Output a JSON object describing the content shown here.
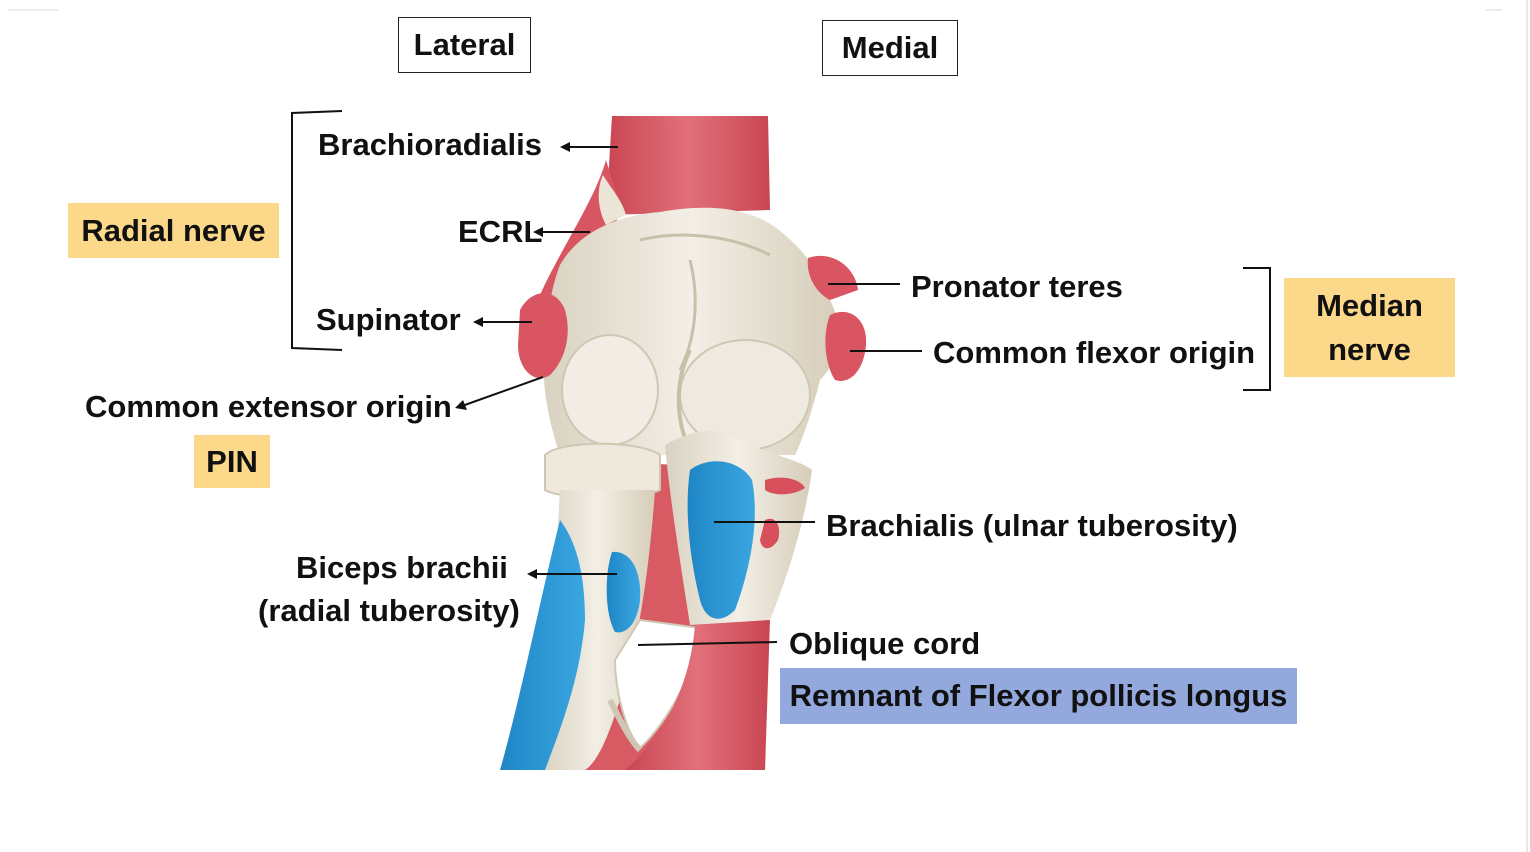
{
  "orientation": {
    "lateral": "Lateral",
    "medial": "Medial"
  },
  "labels": {
    "brachioradialis": "Brachioradialis",
    "ecrl": "ECRL",
    "supinator": "Supinator",
    "common_extensor_origin": "Common extensor origin",
    "pronator_teres": "Pronator teres",
    "common_flexor_origin": "Common flexor origin",
    "brachialis": "Brachialis (ulnar tuberosity)",
    "biceps_line1": "Biceps brachii",
    "biceps_line2": "(radial tuberosity)",
    "oblique_cord": "Oblique cord"
  },
  "nerves": {
    "radial": "Radial nerve",
    "pin": "PIN",
    "median_line1": "Median",
    "median_line2": "nerve",
    "remnant": "Remnant of Flexor pollicis longus"
  },
  "colors": {
    "nerve_box": "#fcd98a",
    "remnant_box": "#93a8dc",
    "muscle_red": "#dc5a64",
    "muscle_blue": "#2f98d6",
    "bone": "#ece7da",
    "bone_shade": "#cfc7b4"
  }
}
